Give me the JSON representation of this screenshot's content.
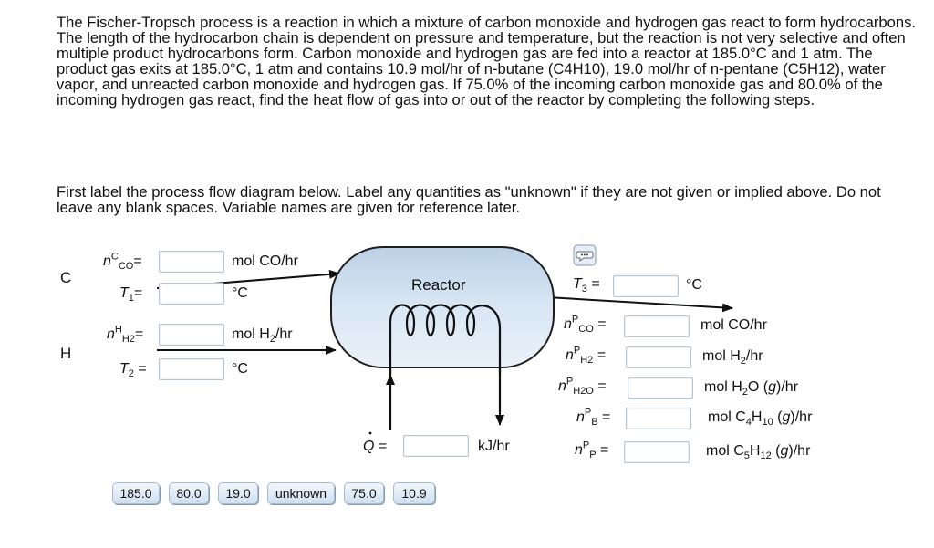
{
  "problem": {
    "paragraph1": "The Fischer-Tropsch process is a reaction in which a mixture of carbon monoxide and hydrogen gas react to form hydrocarbons. The length of the hydrocarbon chain is dependent on pressure and temperature, but the reaction is not very selective and often multiple product hydrocarbons form. Carbon monoxide and hydrogen gas are fed into a reactor at 185.0°C and 1 atm. The product gas exits at 185.0°C, 1 atm and contains 10.9 mol/hr of n-butane (C4H10), 19.0 mol/hr of n-pentane (C5H12), water vapor, and unreacted carbon monoxide and hydrogen gas. If 75.0% of the incoming carbon monoxide gas and 80.0% of the incoming hydrogen gas react, find the heat flow of gas into or out of the reactor by completing the following steps.",
    "paragraph2": "First label the process flow diagram below. Label any quantities as \"unknown\" if they are not given or implied above. Do not leave any blank spaces. Variable names are given for reference later."
  },
  "diagram": {
    "reactor_label": "Reactor",
    "streams": {
      "C": {
        "label": "C",
        "flow_var": "n",
        "flow_sup": "C",
        "flow_sub": "CO",
        "flow_eq": "=",
        "flow_unit": "mol CO/hr",
        "temp_var": "T",
        "temp_sub": "1",
        "temp_eq": "=",
        "temp_unit": "°C"
      },
      "H": {
        "label": "H",
        "flow_var": "n",
        "flow_sup": "H",
        "flow_sub": "H2",
        "flow_eq": "=",
        "flow_unit_pre": "mol H",
        "flow_unit_sub": "2",
        "flow_unit_post": "/hr",
        "temp_var": "T",
        "temp_sub": "2",
        "temp_eq": " =",
        "temp_unit": "°C"
      },
      "P": {
        "temp_var": "T",
        "temp_sub": "3",
        "temp_eq": " =",
        "temp_unit": "°C",
        "rows": [
          {
            "var": "n",
            "sup": "P",
            "sub": "CO",
            "eq": " =",
            "unit_pre": "mol CO/hr",
            "unit_sub": "",
            "unit_post": "",
            "phase": ""
          },
          {
            "var": "n",
            "sup": "P",
            "sub": "H2",
            "eq": " =",
            "unit_pre": "mol H",
            "unit_sub": "2",
            "unit_post": "/hr",
            "phase": ""
          },
          {
            "var": "n",
            "sup": "P",
            "sub": "H2O",
            "eq": " =",
            "unit_pre": "mol H",
            "unit_sub": "2",
            "unit_post": "O ",
            "phase": "g"
          },
          {
            "var": "n",
            "sup": "P",
            "sub": "B",
            "eq": " =",
            "unit_pre": "mol C",
            "unit_sub": "4",
            "unit_post": "H",
            "unit_sub2": "10",
            "phase": "g"
          },
          {
            "var": "n",
            "sup": "P",
            "sub": "P",
            "eq": " =",
            "unit_pre": "mol C",
            "unit_sub": "5",
            "unit_post": "H",
            "unit_sub2": "12",
            "phase": "g"
          }
        ]
      }
    },
    "heat": {
      "var": "Q",
      "eq": " =",
      "unit": "kJ/hr"
    }
  },
  "answer_chips": [
    "185.0",
    "80.0",
    "19.0",
    "unknown",
    "75.0",
    "10.9"
  ],
  "icons": {
    "comment": "speech-bubble-icon"
  },
  "colors": {
    "reactor_fill": "#c9dcee",
    "chip_fill": "#dde9f5",
    "input_border": "#b8c4d0"
  }
}
